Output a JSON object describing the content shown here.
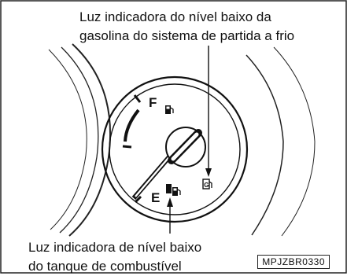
{
  "callouts": {
    "top_line1": "Luz indicadora do nível baixo da",
    "top_line2": "gasolina do sistema de partida a frio",
    "bottom_line1": "Luz indicadora de nível baixo",
    "bottom_line2": "do tanque de combustível"
  },
  "gauge": {
    "full_label": "F",
    "empty_label": "E",
    "needle_level": 0.0,
    "icons": [
      "fuel-pump-icon",
      "fuel-pump-icon",
      "low-fuel-warning-lamp-icon",
      "cold-start-fuel-warning-lamp-icon"
    ]
  },
  "reference_code": "MPJZBR0330"
}
